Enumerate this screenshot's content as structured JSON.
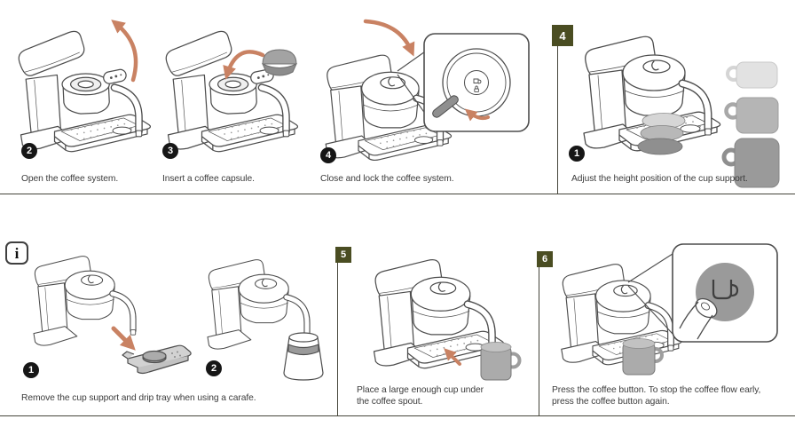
{
  "document": {
    "type": "appliance-instruction-sheet"
  },
  "info": {
    "glyph": "i"
  },
  "panels": {
    "open_system": {
      "step": "2",
      "caption": "Open the coffee system."
    },
    "insert_capsule": {
      "step": "3",
      "caption": "Insert a coffee capsule."
    },
    "close_lock": {
      "step": "4",
      "caption": "Close and lock the coffee system."
    },
    "adjust_height": {
      "number": "4",
      "step": "1",
      "caption": "Adjust the height position of the cup support."
    },
    "remove_tray": {
      "step1": "1",
      "step2": "2",
      "caption": "Remove the cup support and drip tray when using a carafe."
    },
    "place_cup": {
      "number": "5",
      "caption_line1": "Place a large enough cup under",
      "caption_line2": "the coffee spout."
    },
    "press_button": {
      "number": "6",
      "caption_line1": "Press the coffee button. To stop the coffee flow early,",
      "caption_line2": "press the coffee button again."
    }
  },
  "colors": {
    "accent_olive": "#4a4d22",
    "rule": "#45453a",
    "arrow": "#c98263",
    "badge": "#161616",
    "text": "#3c3c3c",
    "line_art": "#4d4d4d",
    "cup_light": "#e2e2e2",
    "cup_medium": "#b5b5b5",
    "cup_dark": "#9a9a9a",
    "button_circle": "#9a9a9a"
  }
}
